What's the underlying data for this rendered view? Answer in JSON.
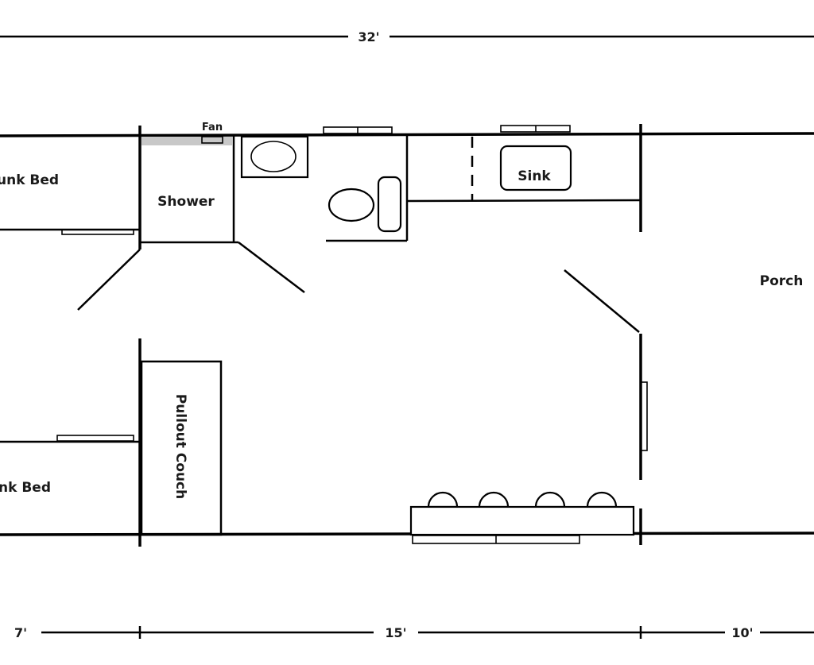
{
  "dimensions": {
    "overall": "32'",
    "left_section": "7'",
    "middle_section": "15'",
    "right_section": "10'"
  },
  "rooms": {
    "bunk_bed_top": "unk Bed",
    "shower": "Shower",
    "sink": "Sink",
    "porch": "Porch",
    "pullout_couch": "Pullout Couch",
    "bunk_bed_bottom": "nk Bed"
  },
  "fixtures": {
    "fan": "Fan"
  },
  "colors": {
    "line": "#000000",
    "vent_fill": "#c8c8c8",
    "background": "#ffffff"
  }
}
